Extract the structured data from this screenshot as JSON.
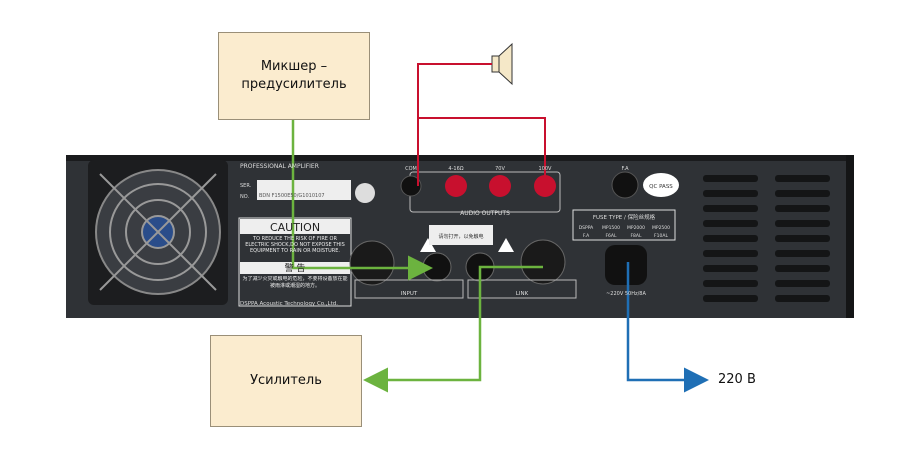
{
  "labels": {
    "mixer": "Микшер –\nпредусилитель",
    "amplifier": "Усилитель",
    "mains": "220 В"
  },
  "panel": {
    "title": "PROFESSIONAL AMPLIFIER",
    "serial_label_1": "SER.",
    "serial_label_2": "NO.",
    "serial": "BDN F1500E50/G1010107",
    "caution_title": "CAUTION",
    "caution_text": "TO REDUCE THE RISK OF FIRE OR ELECTRIC SHOCK,DO NOT EXPOSE THIS EQUIPMENT TO RAIN OR MOISTURE.",
    "warning_cn": "警 告",
    "warning_cn_text": "为了减少火灾或触电的危险，不要将设备放在能被雨淋或潮湿的地方。",
    "maker": "DSPPA Acoustic Technology Co.,Ltd.",
    "outputs": [
      "COM",
      "4-16Ω",
      "70V",
      "100V"
    ],
    "audio_outputs": "AUDIO OUTPUTS",
    "input": "INPUT",
    "link": "LINK",
    "fa": "F.A",
    "qc": "QC\nPASS",
    "fuse_title": "FUSE TYPE / 保险丝规格",
    "fuse_header": [
      "DSPPA",
      "MP1500",
      "MP2000",
      "MP2500"
    ],
    "fuse_row": [
      "F.A",
      "F6AL",
      "F8AL",
      "F10AL"
    ],
    "power": "~220V 50Hz/8A",
    "cn_warn_small": "请勿打开，以免触电"
  },
  "colors": {
    "signal": "#6cb33f",
    "speaker": "#c8102e",
    "power": "#1f6fb5",
    "box_fill": "#fbeccf"
  }
}
